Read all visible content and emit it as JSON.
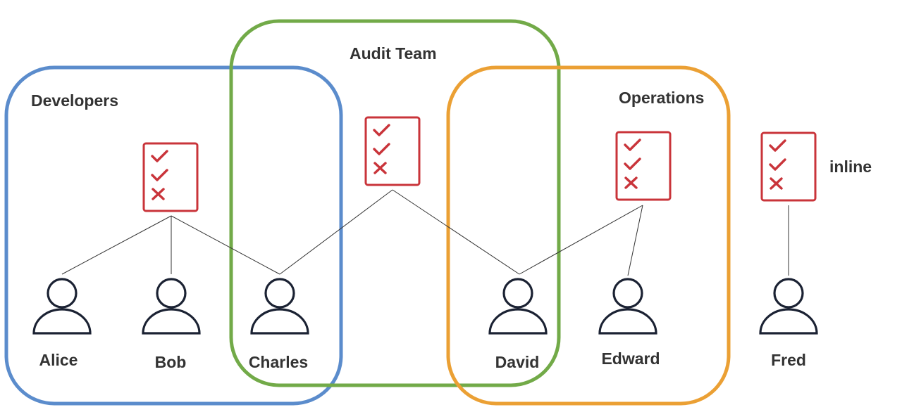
{
  "groups": {
    "developers": {
      "label": "Developers",
      "color": "#5b8ccc"
    },
    "audit_team": {
      "label": "Audit Team",
      "color": "#72aa48"
    },
    "operations": {
      "label": "Operations",
      "color": "#eba034"
    }
  },
  "users": {
    "alice": {
      "name": "Alice"
    },
    "bob": {
      "name": "Bob"
    },
    "charles": {
      "name": "Charles"
    },
    "david": {
      "name": "David"
    },
    "edward": {
      "name": "Edward"
    },
    "fred": {
      "name": "Fred"
    }
  },
  "policies": {
    "developers": {
      "items": [
        "check",
        "check",
        "cross"
      ]
    },
    "audit_team": {
      "items": [
        "check",
        "check",
        "cross"
      ]
    },
    "operations": {
      "items": [
        "check",
        "check",
        "cross"
      ]
    },
    "inline": {
      "label": "inline",
      "items": [
        "check",
        "check",
        "cross"
      ]
    }
  },
  "colors": {
    "policy": "#c9343a",
    "person": "#1b2233",
    "text": "#333333"
  }
}
